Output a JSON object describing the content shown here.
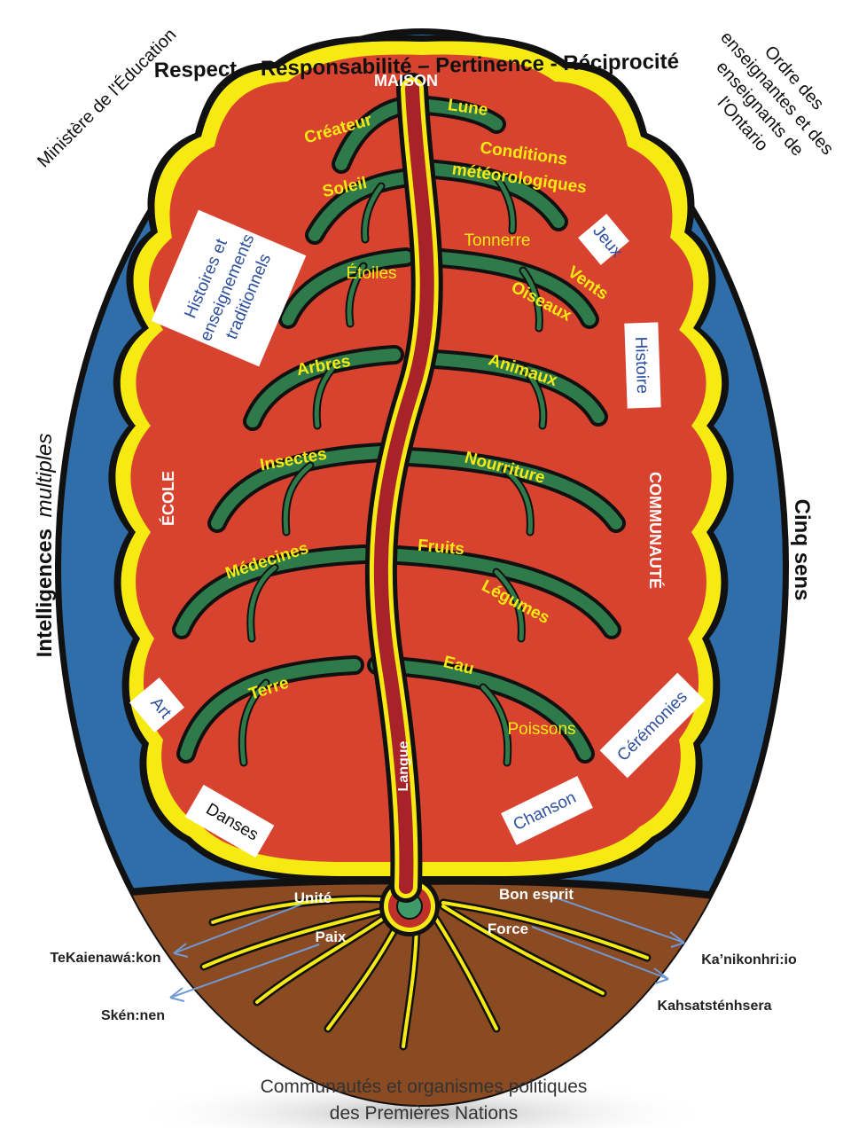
{
  "corners": {
    "top_left": "Ministère de l'Éducation",
    "top_right": [
      "Ordre des",
      "enseignantes et des",
      "enseignants de",
      "l'Ontario"
    ]
  },
  "frame": {
    "top": "Respect – Responsabilité – Pertinence - Réciprocité",
    "left_bold": "Intelligences",
    "left_italic": "multiples",
    "right": "Cinq sens"
  },
  "zones": {
    "maison": "MAISON",
    "ecole": "ÉCOLE",
    "communaute": "COMMUNAUTÉ"
  },
  "trunk_label": "Langue",
  "branch_labels": {
    "createur": "Créateur",
    "lune": "Lune",
    "conditions": [
      "Conditions",
      "météorologiques"
    ],
    "soleil": "Soleil",
    "tonnerre": "Tonnerre",
    "etoiles": "Étoiles",
    "vents": "Vents",
    "oiseaux": "Oiseaux",
    "arbres": "Arbres",
    "animaux": "Animaux",
    "insectes": "Insectes",
    "nourriture": "Nourriture",
    "medecines": "Médecines",
    "fruits": "Fruits",
    "legumes": "Légumes",
    "eau": "Eau",
    "terre": "Terre",
    "poissons": "Poissons"
  },
  "boxes": {
    "histoires": [
      "Histoires et",
      "enseignements",
      "traditionnels"
    ],
    "jeux": "Jeux",
    "histoire": "Histoire",
    "art": "Art",
    "ceremonies": "Cérémonies",
    "danses": "Danses",
    "chanson": "Chanson"
  },
  "roots": {
    "unite": "Unité",
    "paix": "Paix",
    "bon_esprit": "Bon esprit",
    "force": "Force"
  },
  "callouts": {
    "tekaienawakon": "TeKaienawá:kon",
    "skennen": "Skén:nen",
    "kanikonhriio": "Ka’nikonhri:io",
    "kahsatstenhsera": "Kahsatsténhsera"
  },
  "bottom": [
    "Communautés et organismes politiques",
    "des Premières Nations"
  ],
  "colors": {
    "sky": "#2f6ea9",
    "tree_fill": "#d8432f",
    "yellow": "#f6ea12",
    "branch": "#2f7a4a",
    "earth": "#8a4a22",
    "box_text": "#2d4f9e"
  }
}
